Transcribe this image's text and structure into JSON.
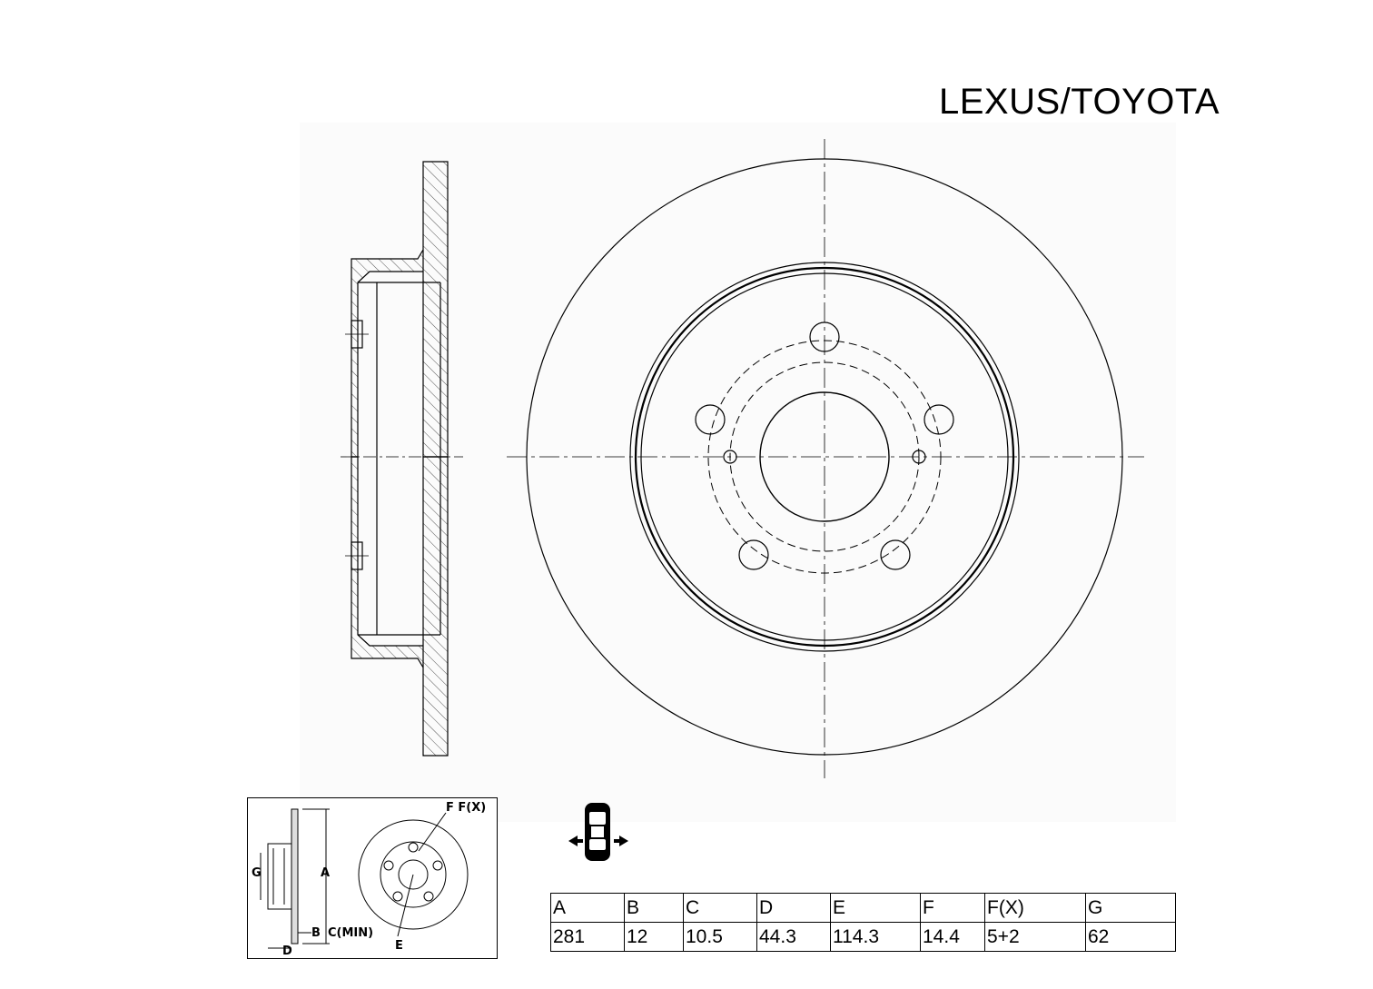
{
  "brand": "LEXUS/TOYOTA",
  "legend": {
    "labels": {
      "f_fx": "F F(X)",
      "g": "G",
      "a": "A",
      "b": "B",
      "c_min": "C(MIN)",
      "d": "D",
      "e": "E"
    }
  },
  "icons": {
    "car": "car-top-view-icon",
    "axle": "rear-axle-arrows-icon"
  },
  "specs": {
    "headers": [
      "A",
      "B",
      "C",
      "D",
      "E",
      "F",
      "F(X)",
      "G"
    ],
    "values": [
      "281",
      "12",
      "10.5",
      "44.3",
      "114.3",
      "14.4",
      "5+2",
      "62"
    ]
  },
  "colors": {
    "line": "#000000",
    "drawing_bg": "#fbfbfb"
  }
}
